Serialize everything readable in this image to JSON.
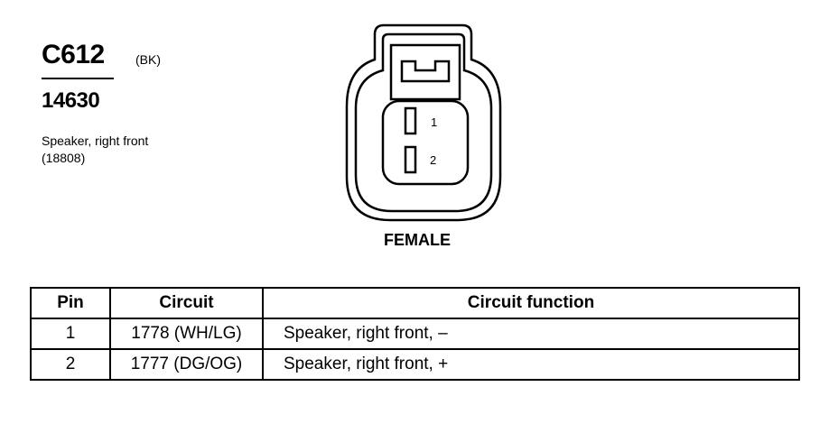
{
  "connector": {
    "id": "C612",
    "color": "(BK)",
    "part_number": "14630",
    "description_line1": "Speaker, right front",
    "description_line2": "(18808)"
  },
  "face_view": {
    "label": "FEMALE",
    "pin_labels": [
      "1",
      "2"
    ]
  },
  "table": {
    "headers": [
      "Pin",
      "Circuit",
      "Circuit function"
    ],
    "rows": [
      {
        "pin": "1",
        "circuit": "1778 (WH/LG)",
        "function": "Speaker, right front, –"
      },
      {
        "pin": "2",
        "circuit": "1777 (DG/OG)",
        "function": "Speaker, right front, +"
      }
    ]
  }
}
